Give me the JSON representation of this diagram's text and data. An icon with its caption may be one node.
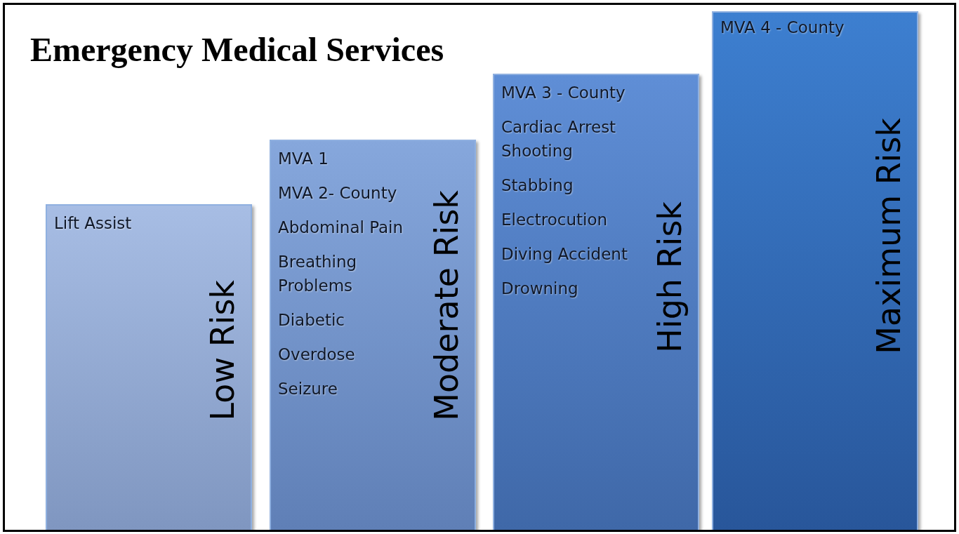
{
  "diagram": {
    "title": "Emergency Medical Services",
    "nodes": [
      {
        "text": [
          "Lift Assist",
          "Low Risk"
        ]
      },
      {
        "text": [
          "MVA  1",
          "MVA 2- County",
          "Abdominal Pain",
          "Breathing Problems",
          "Diabetic",
          "Overdose",
          "Seizure",
          "Moderate Risk"
        ]
      },
      {
        "text": [
          "MVA 3 - County",
          "Cardiac Arrest Shooting",
          "Stabbing",
          "Electrocution",
          "Diving Accident",
          "Drowning",
          "High Risk"
        ]
      },
      {
        "text": [
          "MVA 4 - County",
          "Maximum Risk"
        ]
      }
    ],
    "edges": []
  }
}
